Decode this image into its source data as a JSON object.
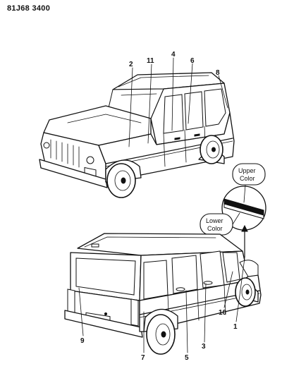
{
  "figure": {
    "code": "81J68 3400"
  },
  "callouts": {
    "c1": "1",
    "c2": "2",
    "c3": "3",
    "c4": "4",
    "c5": "5",
    "c6": "6",
    "c7": "7",
    "c8": "8",
    "c9": "9",
    "c10": "10",
    "c11": "11"
  },
  "inset": {
    "upper_1": "Upper",
    "upper_2": "Color",
    "lower_1": "Lower",
    "lower_2": "Color"
  }
}
